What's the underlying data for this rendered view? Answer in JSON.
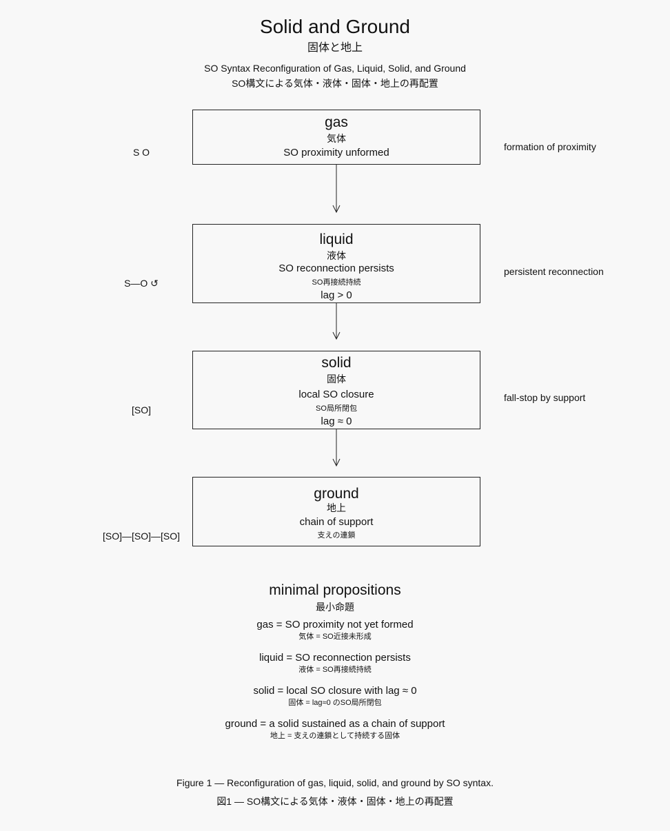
{
  "header": {
    "title": "Solid and Ground",
    "title_jp": "固体と地上",
    "subtitle": "SO Syntax Reconfiguration of Gas, Liquid, Solid, and Ground",
    "subtitle_jp": "SO構文による気体・液体・固体・地上の再配置"
  },
  "states": {
    "gas": {
      "title": "gas",
      "jp": "気体",
      "desc": "SO proximity unformed",
      "left": "S O",
      "right": "formation of proximity"
    },
    "liquid": {
      "title": "liquid",
      "jp": "液体",
      "desc": "SO reconnection persists",
      "desc_jp": "SO再接続持続",
      "lag": "lag > 0",
      "left": "S—O ↺",
      "right": "persistent reconnection"
    },
    "solid": {
      "title": "solid",
      "jp": "固体",
      "desc": "local SO closure",
      "desc_jp": "SO局所閉包",
      "lag": "lag ≈ 0",
      "left": "[SO]",
      "right": "fall-stop by support"
    },
    "ground": {
      "title": "ground",
      "jp": "地上",
      "desc": "chain of support",
      "desc_jp": "支えの連鎖",
      "left": "[SO]—[SO]—[SO]"
    }
  },
  "propositions": {
    "title": "minimal propositions",
    "title_jp": "最小命題",
    "items": [
      {
        "en": "gas = SO proximity not yet formed",
        "jp": "気体 = SO近接未形成"
      },
      {
        "en": "liquid = SO reconnection persists",
        "jp": "液体 = SO再接続持続"
      },
      {
        "en": "solid = local SO closure with lag ≈ 0",
        "jp": "固体 = lag≈0 のSO局所閉包"
      },
      {
        "en": "ground = a solid sustained as a chain of support",
        "jp": "地上 = 支えの連鎖として持続する固体"
      }
    ]
  },
  "caption": {
    "en": "Figure 1 — Reconfiguration of gas, liquid, solid, and ground by SO syntax.",
    "jp": "図1 — SO構文による気体・液体・固体・地上の再配置"
  }
}
